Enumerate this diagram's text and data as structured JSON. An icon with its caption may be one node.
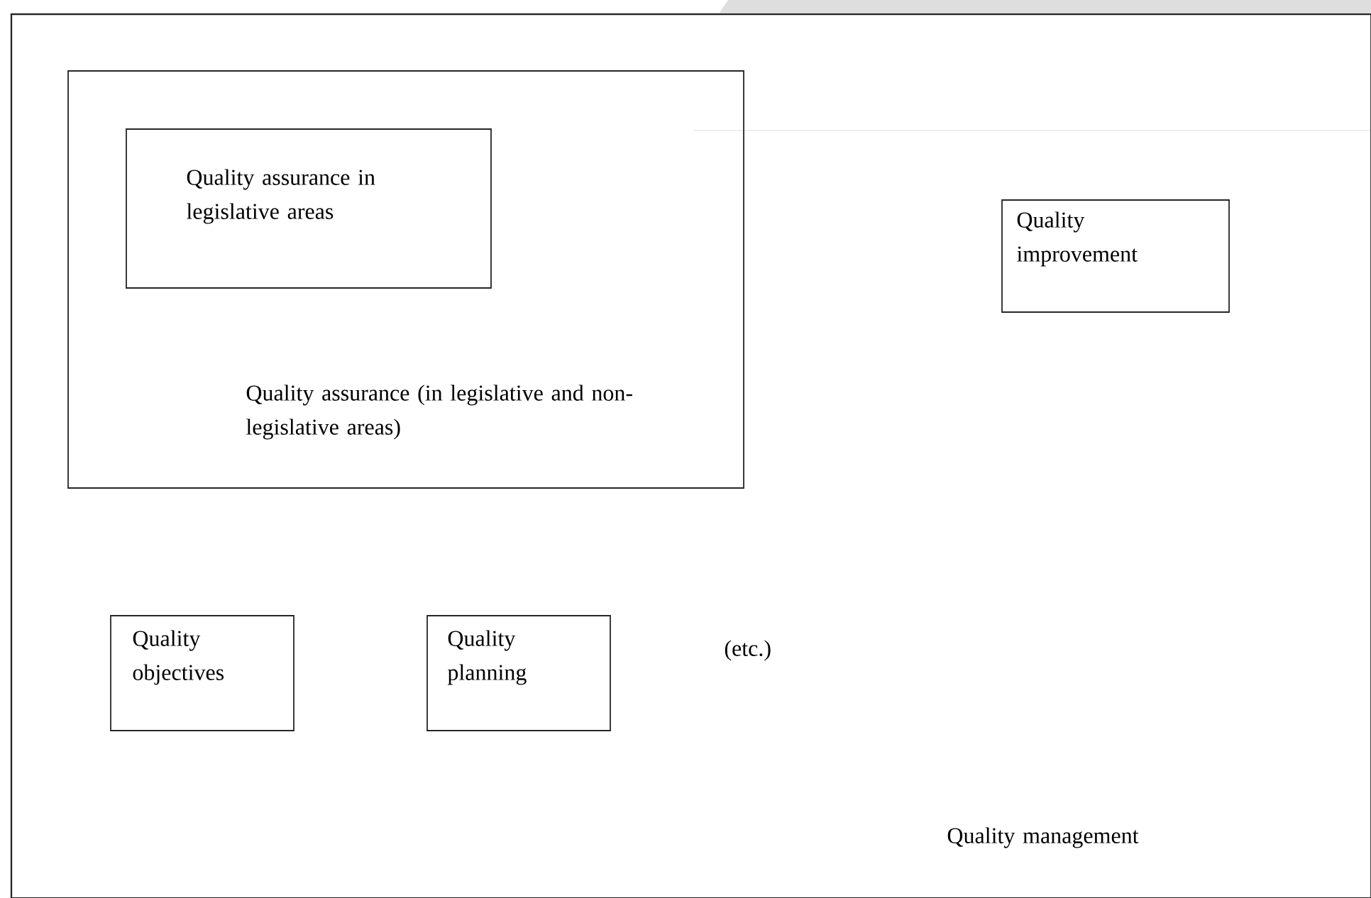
{
  "diagram": {
    "nodes": [
      {
        "text": [
          "Quality management"
        ]
      },
      {
        "text": [
          "Quality assurance (in legislative and non-legislative areas)"
        ],
        "in": 0
      },
      {
        "text": [
          "Quality assurance in legislative areas"
        ],
        "in": 1
      },
      {
        "text": [
          "Quality improvement"
        ],
        "in": 0
      },
      {
        "text": [
          "Quality objectives"
        ],
        "in": 0
      },
      {
        "text": [
          "Quality planning"
        ],
        "in": 0
      }
    ],
    "labels": [
      "(etc.)"
    ]
  }
}
